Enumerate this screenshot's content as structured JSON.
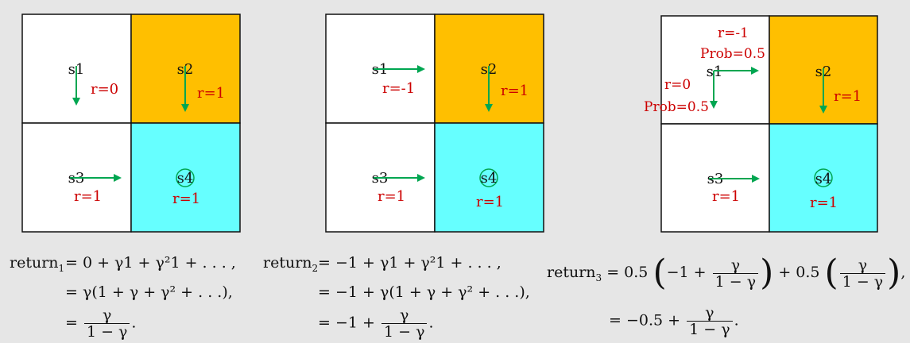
{
  "colors": {
    "white_cell": "#ffffff",
    "goal_row_cell": "#ffbf00",
    "target_cell": "#66ffff",
    "arrow": "#00a651",
    "reward_text": "#cc0000",
    "state_text": "#111111"
  },
  "diagrams": [
    {
      "states": [
        "s1",
        "s2",
        "s3",
        "s4"
      ],
      "rewards": {
        "s1": "r=0",
        "s2": "r=1",
        "s3": "r=1",
        "s4": "r=1"
      }
    },
    {
      "states": [
        "s1",
        "s2",
        "s3",
        "s4"
      ],
      "rewards": {
        "s1": "r=-1",
        "s2": "r=1",
        "s3": "r=1",
        "s4": "r=1"
      }
    },
    {
      "states": [
        "s1",
        "s2",
        "s3",
        "s4"
      ],
      "rewards": {
        "s1_right": "r=-1",
        "s1_right_prob": "Prob=0.5",
        "s1_down": "r=0",
        "s1_down_prob": "Prob=0.5",
        "s2": "r=1",
        "s3": "r=1",
        "s4": "r=1"
      }
    }
  ],
  "equations": {
    "eq1": {
      "lhs": "return",
      "sub": "1",
      "line1": "= 0 + γ1 + γ²1 + . . . ,",
      "line2": "= γ(1 + γ + γ² + . . .),",
      "line3_prefix": "=",
      "frac_num": "γ",
      "frac_den": "1 − γ",
      "line3_suffix": "."
    },
    "eq2": {
      "lhs": "return",
      "sub": "2",
      "line1": "= −1 + γ1 + γ²1 + . . . ,",
      "line2": "= −1 + γ(1 + γ + γ² + . . .),",
      "line3_prefix": "= −1 +",
      "frac_num": "γ",
      "frac_den": "1 − γ",
      "line3_suffix": "."
    },
    "eq3": {
      "lhs": "return",
      "sub": "3",
      "line1_a": "= 0.5",
      "line1_b": "−1 +",
      "line1_c": "+ 0.5",
      "line1_end": ",",
      "frac_num": "γ",
      "frac_den": "1 − γ",
      "line2_prefix": "= −0.5 +",
      "line2_suffix": "."
    }
  }
}
